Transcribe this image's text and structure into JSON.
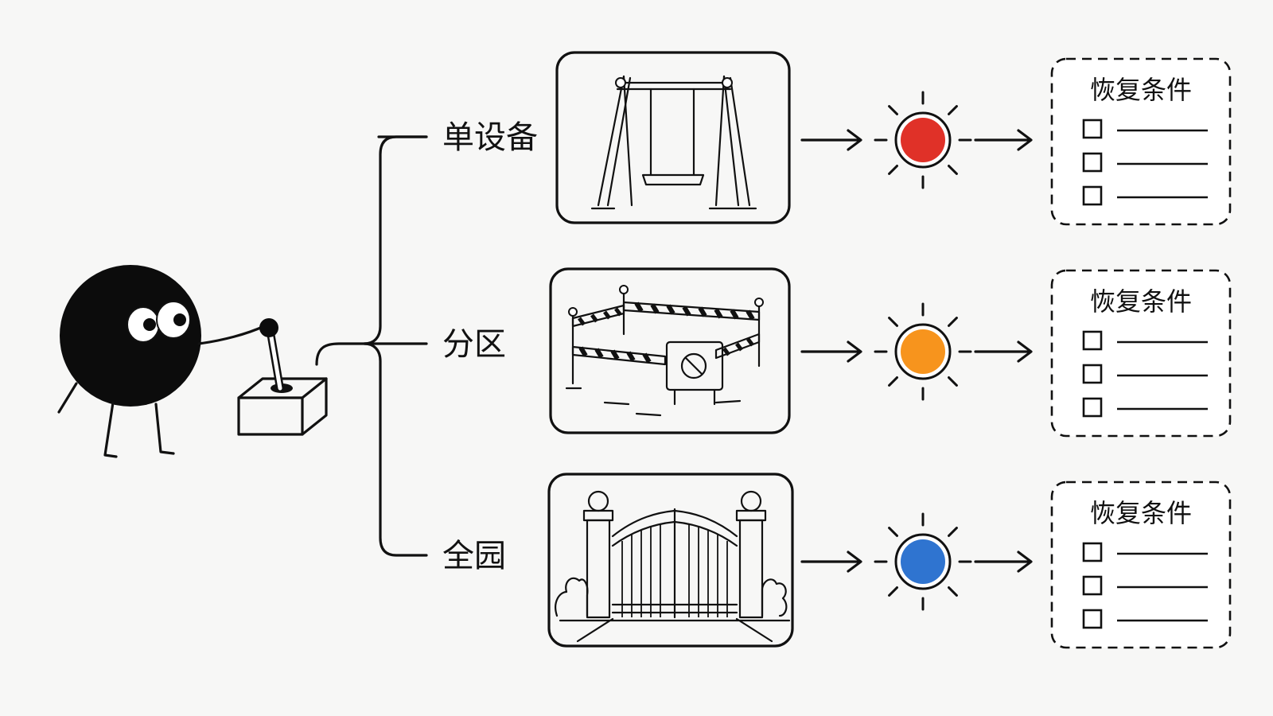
{
  "levels": [
    {
      "label": "单设备",
      "scene_icon": "swing-icon",
      "light_color": "#e03128",
      "card_title": "恢复条件",
      "checklist_items": 3
    },
    {
      "label": "分区",
      "scene_icon": "caution-tape-barrier-icon",
      "light_color": "#f7941d",
      "card_title": "恢复条件",
      "checklist_items": 3
    },
    {
      "label": "全园",
      "scene_icon": "park-gate-icon",
      "light_color": "#2f74d0",
      "card_title": "恢复条件",
      "checklist_items": 3
    }
  ],
  "operator": {
    "icon": "black-ball-character-icon",
    "control": "joystick-lever-icon"
  }
}
